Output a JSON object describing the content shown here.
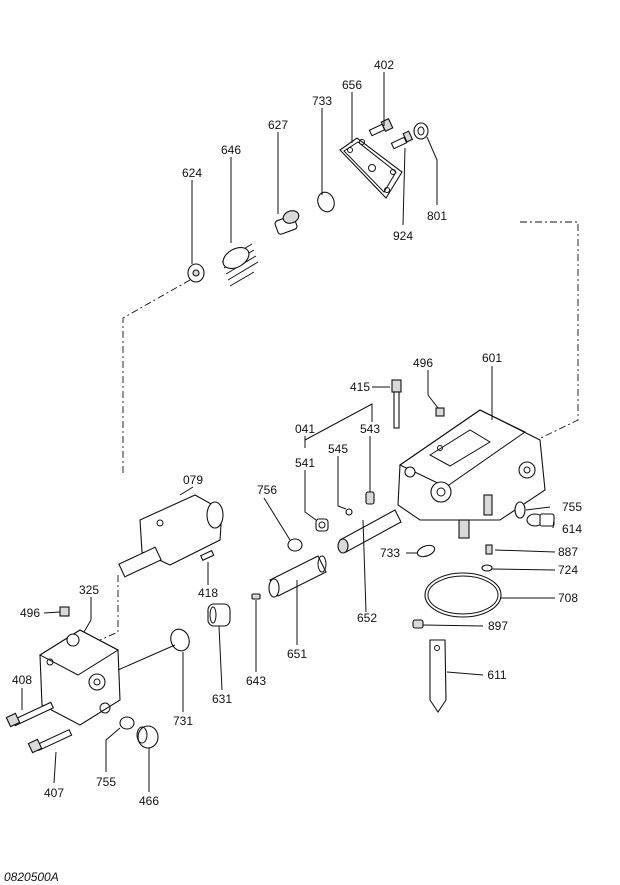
{
  "drawing_code": "0820500A",
  "callouts": {
    "c402": "402",
    "c656": "656",
    "c733a": "733",
    "c627": "627",
    "c646": "646",
    "c624": "624",
    "c801": "801",
    "c924": "924",
    "c496a": "496",
    "c601": "601",
    "c415": "415",
    "c041": "041",
    "c543": "543",
    "c545": "545",
    "c541": "541",
    "c756": "756",
    "c079": "079",
    "c755a": "755",
    "c614": "614",
    "c733b": "733",
    "c887": "887",
    "c724": "724",
    "c418": "418",
    "c708": "708",
    "c325": "325",
    "c496b": "496",
    "c652": "652",
    "c897": "897",
    "c611": "611",
    "c408": "408",
    "c651": "651",
    "c643": "643",
    "c631": "631",
    "c731": "731",
    "c407": "407",
    "c755b": "755",
    "c466": "466"
  }
}
